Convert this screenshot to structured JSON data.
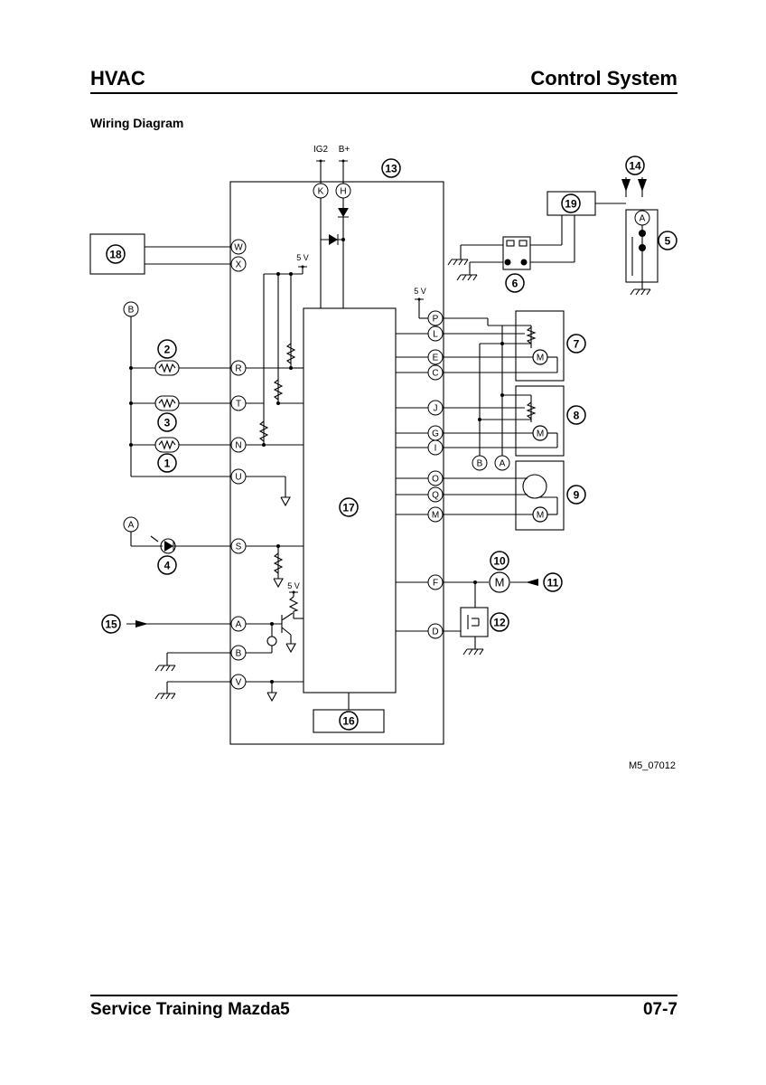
{
  "header": {
    "left": "HVAC",
    "right": "Control System"
  },
  "subtitle": "Wiring Diagram",
  "footer": {
    "left": "Service Training Mazda5",
    "right": "07-7"
  },
  "diagram": {
    "figure_id": "M5_07012",
    "supply_labels": {
      "ig2": "IG2",
      "bplus": "B+"
    },
    "voltage_label": "5 V",
    "terminals": {
      "K": "K",
      "H": "H",
      "W": "W",
      "X": "X",
      "R": "R",
      "T": "T",
      "N": "N",
      "U": "U",
      "S": "S",
      "A": "A",
      "B": "B",
      "V": "V",
      "P": "P",
      "L": "L",
      "E": "E",
      "C": "C",
      "J": "J",
      "G": "G",
      "I": "I",
      "O": "O",
      "Q": "Q",
      "M": "M",
      "F": "F",
      "D": "D"
    },
    "connector_refs": {
      "B": "B",
      "A": "A"
    },
    "motor_label": "M",
    "callouts": {
      "c1": "1",
      "c2": "2",
      "c3": "3",
      "c4": "4",
      "c5": "5",
      "c6": "6",
      "c7": "7",
      "c8": "8",
      "c9": "9",
      "c10": "10",
      "c11": "11",
      "c12": "12",
      "c13": "13",
      "c14": "14",
      "c15": "15",
      "c16": "16",
      "c17": "17",
      "c18": "18",
      "c19": "19"
    }
  }
}
